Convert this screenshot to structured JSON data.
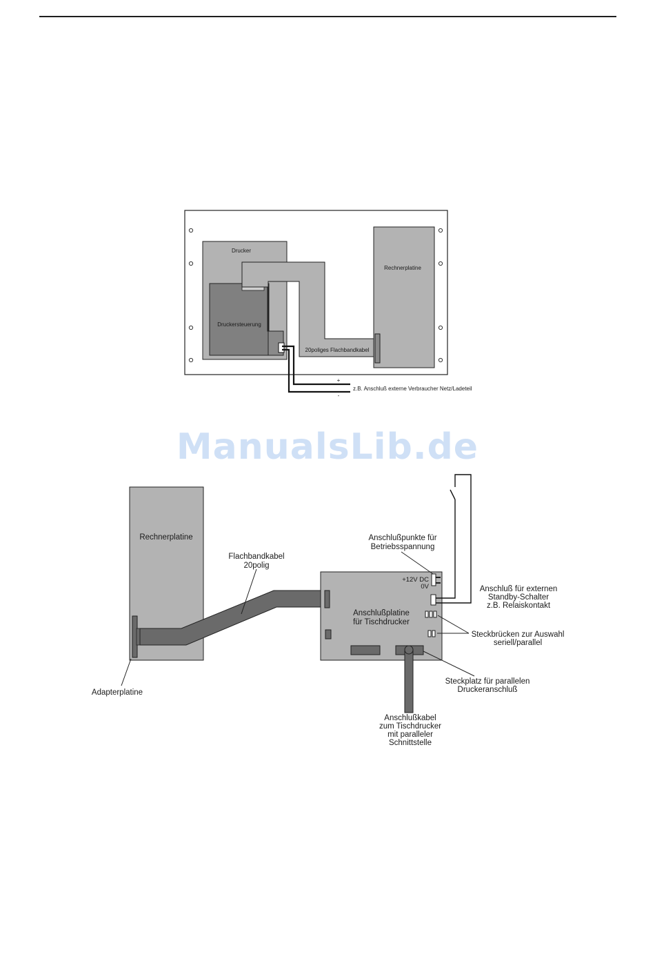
{
  "watermark": "ManualsLib.de",
  "diagram_top": {
    "drucker": "Drucker",
    "druckersteuerung": "Druckersteuerung",
    "rechnerplatine": "Rechnerplatine",
    "flachbandkabel": "20poliges Flachbandkabel",
    "plus": "+",
    "minus": "-",
    "external_note": "z.B. Anschluß externe Verbraucher Netz/Ladeteil"
  },
  "diagram_bottom": {
    "rechnerplatine": "Rechnerplatine",
    "flachbandkabel_1": "Flachbandkabel",
    "flachbandkabel_2": "20polig",
    "betrieb_1": "Anschlußpunkte für",
    "betrieb_2": "Betriebsspannung",
    "dc_label": "+12V DC",
    "zero_label": "0V",
    "anschlussplatine_1": "Anschlußplatine",
    "anschlussplatine_2": "für Tischdrucker",
    "standby_1": "Anschluß für externen",
    "standby_2": "Standby-Schalter",
    "standby_3": "z.B. Relaiskontakt",
    "steckbruecken_1": "Steckbrücken zur Auswahl",
    "steckbruecken_2": "seriell/parallel",
    "steckplatz_1": "Steckplatz für parallelen",
    "steckplatz_2": "Druckeranschluß",
    "adapterplatine": "Adapterplatine",
    "kabel_1": "Anschlußkabel",
    "kabel_2": "zum Tischdrucker",
    "kabel_3": "mit paralleler",
    "kabel_4": "Schnittstelle"
  }
}
